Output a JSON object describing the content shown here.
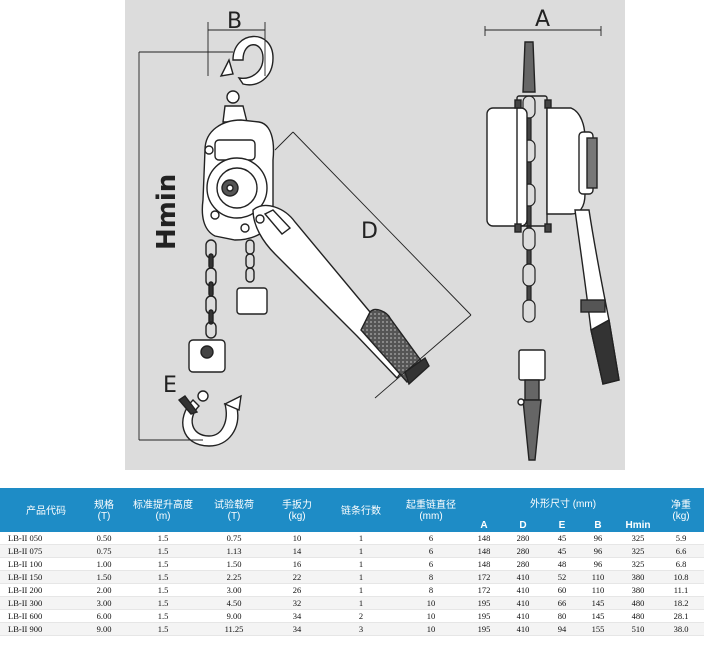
{
  "drawing": {
    "labels": {
      "a": "A",
      "b": "B",
      "d": "D",
      "e": "E",
      "hmin": "Hmin"
    }
  },
  "table": {
    "headers": {
      "code": "产品代码",
      "spec": "规格",
      "spec_unit": "(T)",
      "lift": "标准提升高度",
      "lift_unit": "(m)",
      "test_load": "试验载荷",
      "test_load_unit": "(T)",
      "lever_force": "手扳力",
      "lever_force_unit": "(kg)",
      "chain_falls": "链条行数",
      "chain_dia": "起重链直径",
      "chain_dia_unit": "(mm)",
      "dims": "外形尺寸 (mm)",
      "weight": "净重",
      "weight_unit": "(kg)",
      "sub_a": "A",
      "sub_d": "D",
      "sub_e": "E",
      "sub_b": "B",
      "sub_hmin": "Hmin"
    },
    "rows": [
      {
        "code": "LB-II 050",
        "spec": "0.50",
        "lift": "1.5",
        "test": "0.75",
        "force": "10",
        "falls": "1",
        "dia": "6",
        "a": "148",
        "d": "280",
        "e": "45",
        "b": "96",
        "hmin": "325",
        "weight": "5.9"
      },
      {
        "code": "LB-II 075",
        "spec": "0.75",
        "lift": "1.5",
        "test": "1.13",
        "force": "14",
        "falls": "1",
        "dia": "6",
        "a": "148",
        "d": "280",
        "e": "45",
        "b": "96",
        "hmin": "325",
        "weight": "6.6"
      },
      {
        "code": "LB-II 100",
        "spec": "1.00",
        "lift": "1.5",
        "test": "1.50",
        "force": "16",
        "falls": "1",
        "dia": "6",
        "a": "148",
        "d": "280",
        "e": "48",
        "b": "96",
        "hmin": "325",
        "weight": "6.8"
      },
      {
        "code": "LB-II 150",
        "spec": "1.50",
        "lift": "1.5",
        "test": "2.25",
        "force": "22",
        "falls": "1",
        "dia": "8",
        "a": "172",
        "d": "410",
        "e": "52",
        "b": "110",
        "hmin": "380",
        "weight": "10.8"
      },
      {
        "code": "LB-II 200",
        "spec": "2.00",
        "lift": "1.5",
        "test": "3.00",
        "force": "26",
        "falls": "1",
        "dia": "8",
        "a": "172",
        "d": "410",
        "e": "60",
        "b": "110",
        "hmin": "380",
        "weight": "11.1"
      },
      {
        "code": "LB-II 300",
        "spec": "3.00",
        "lift": "1.5",
        "test": "4.50",
        "force": "32",
        "falls": "1",
        "dia": "10",
        "a": "195",
        "d": "410",
        "e": "66",
        "b": "145",
        "hmin": "480",
        "weight": "18.2"
      },
      {
        "code": "LB-II 600",
        "spec": "6.00",
        "lift": "1.5",
        "test": "9.00",
        "force": "34",
        "falls": "2",
        "dia": "10",
        "a": "195",
        "d": "410",
        "e": "80",
        "b": "145",
        "hmin": "480",
        "weight": "28.1"
      },
      {
        "code": "LB-II 900",
        "spec": "9.00",
        "lift": "1.5",
        "test": "11.25",
        "force": "34",
        "falls": "3",
        "dia": "10",
        "a": "195",
        "d": "410",
        "e": "94",
        "b": "155",
        "hmin": "510",
        "weight": "38.0"
      }
    ]
  }
}
